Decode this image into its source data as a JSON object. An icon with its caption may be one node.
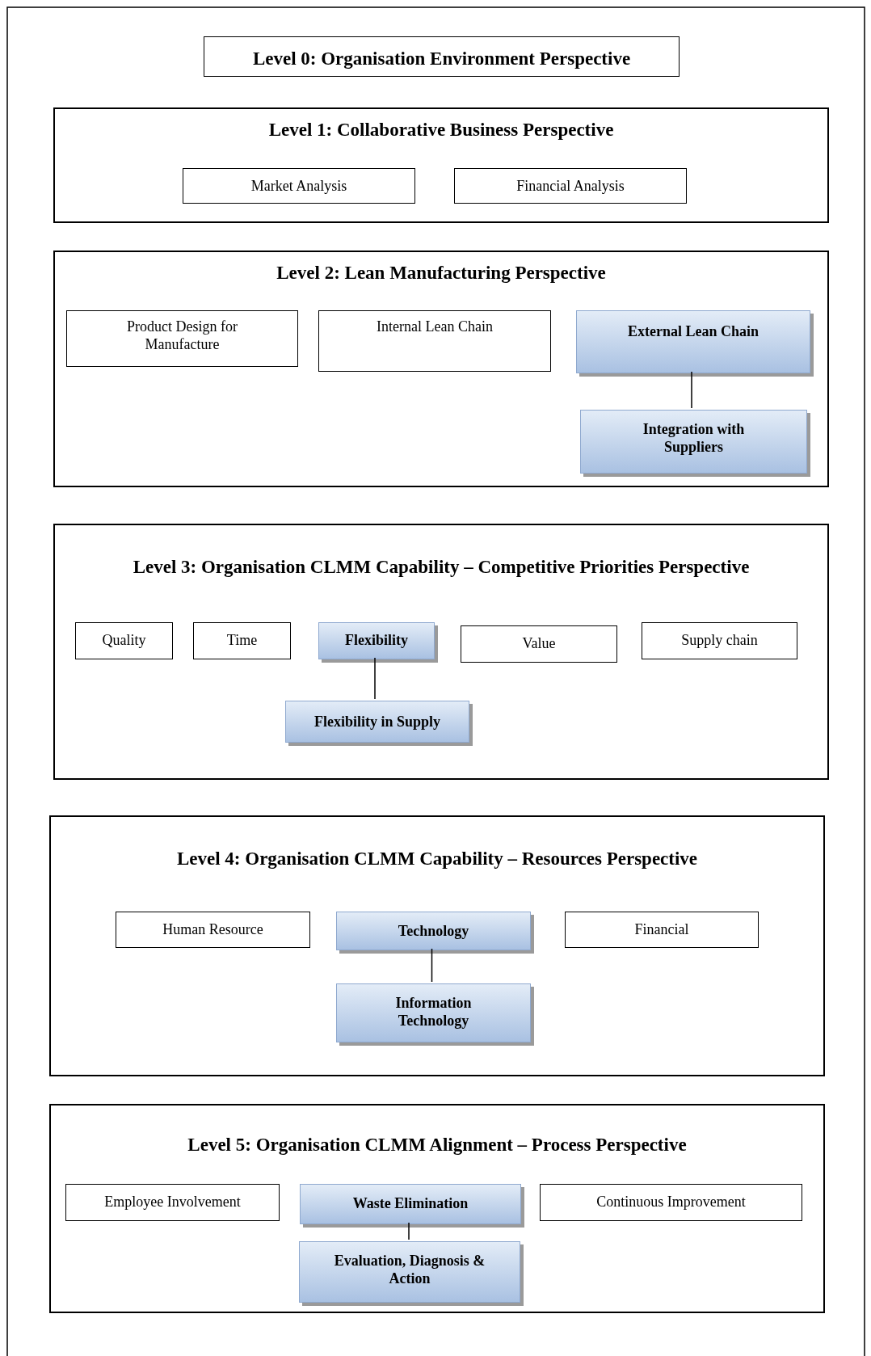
{
  "diagram": {
    "nodes": [
      {
        "text": [
          "Level 0: Organisation Environment Perspective"
        ]
      },
      {
        "text": [
          "Level 1: Collaborative Business Perspective"
        ]
      },
      {
        "text": [
          "Market Analysis"
        ],
        "in": 1
      },
      {
        "text": [
          "Financial Analysis"
        ],
        "in": 1
      },
      {
        "text": [
          "Level 2: Lean Manufacturing Perspective"
        ]
      },
      {
        "text": [
          "Product Design for Manufacture"
        ],
        "in": 4
      },
      {
        "text": [
          "Internal Lean Chain"
        ],
        "in": 4
      },
      {
        "text": [
          "External Lean Chain"
        ],
        "in": 4
      },
      {
        "text": [
          "Integration with Suppliers"
        ],
        "in": 4
      },
      {
        "text": [
          "Level 3: Organisation CLMM Capability – Competitive Priorities Perspective"
        ]
      },
      {
        "text": [
          "Quality"
        ],
        "in": 9
      },
      {
        "text": [
          "Time"
        ],
        "in": 9
      },
      {
        "text": [
          "Flexibility"
        ],
        "in": 9
      },
      {
        "text": [
          "Value"
        ],
        "in": 9
      },
      {
        "text": [
          "Supply chain"
        ],
        "in": 9
      },
      {
        "text": [
          "Flexibility in Supply"
        ],
        "in": 9
      },
      {
        "text": [
          "Level 4: Organisation CLMM Capability – Resources Perspective"
        ]
      },
      {
        "text": [
          "Human Resource"
        ],
        "in": 16
      },
      {
        "text": [
          "Technology"
        ],
        "in": 16
      },
      {
        "text": [
          "Financial"
        ],
        "in": 16
      },
      {
        "text": [
          "Information Technology"
        ],
        "in": 16
      },
      {
        "text": [
          "Level 5: Organisation CLMM Alignment – Process Perspective"
        ]
      },
      {
        "text": [
          "Employee Involvement"
        ],
        "in": 21
      },
      {
        "text": [
          "Waste Elimination"
        ],
        "in": 21
      },
      {
        "text": [
          "Continuous Improvement"
        ],
        "in": 21
      },
      {
        "text": [
          "Evaluation, Diagnosis & Action"
        ],
        "in": 21
      }
    ],
    "edges": [
      {
        "from": 7,
        "to": 8,
        "arrow": "none"
      },
      {
        "from": 12,
        "to": 15,
        "arrow": "none"
      },
      {
        "from": 18,
        "to": 20,
        "arrow": "none"
      },
      {
        "from": 23,
        "to": 25,
        "arrow": "none"
      }
    ]
  }
}
